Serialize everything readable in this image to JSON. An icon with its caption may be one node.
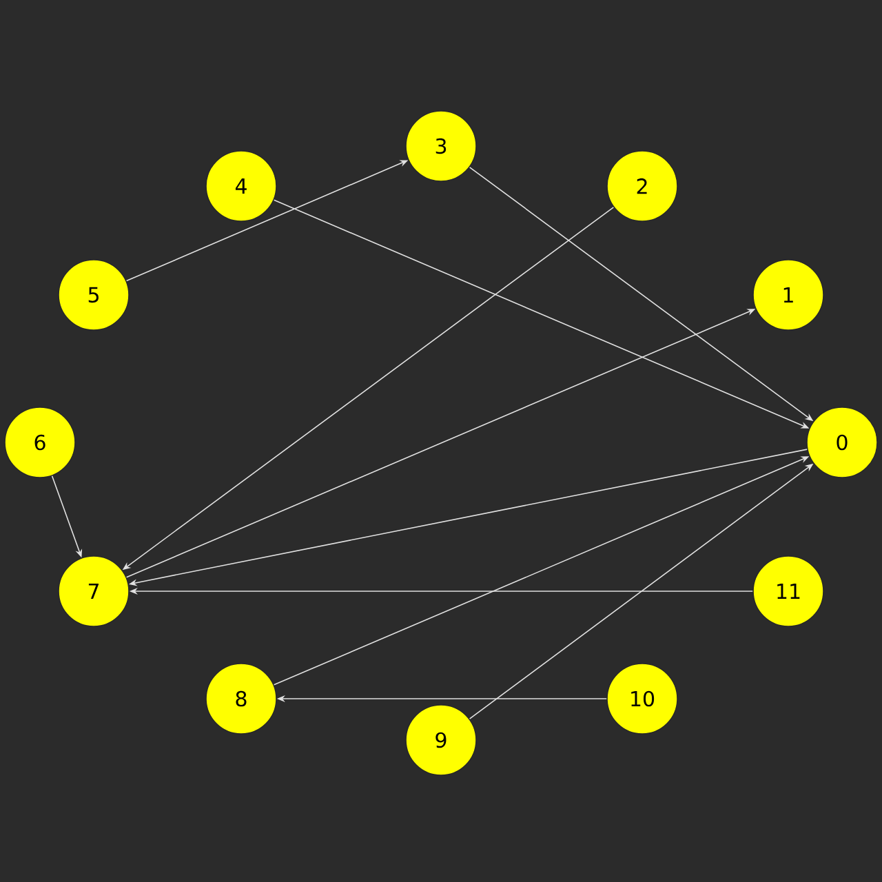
{
  "diagram": {
    "nodes": [
      {
        "text": [
          "0"
        ]
      },
      {
        "text": [
          "1"
        ]
      },
      {
        "text": [
          "2"
        ]
      },
      {
        "text": [
          "3"
        ]
      },
      {
        "text": [
          "4"
        ]
      },
      {
        "text": [
          "5"
        ]
      },
      {
        "text": [
          "6"
        ]
      },
      {
        "text": [
          "7"
        ]
      },
      {
        "text": [
          "8"
        ]
      },
      {
        "text": [
          "9"
        ]
      },
      {
        "text": [
          "10"
        ]
      },
      {
        "text": [
          "11"
        ]
      }
    ],
    "edges": [
      {
        "from": 5,
        "to": 3,
        "arrow": "to"
      },
      {
        "from": 3,
        "to": 0,
        "arrow": "to"
      },
      {
        "from": 4,
        "to": 0,
        "arrow": "to"
      },
      {
        "from": 2,
        "to": 7,
        "arrow": "to"
      },
      {
        "from": 7,
        "to": 1,
        "arrow": "to"
      },
      {
        "from": 0,
        "to": 7,
        "arrow": "to"
      },
      {
        "from": 11,
        "to": 7,
        "arrow": "to"
      },
      {
        "from": 8,
        "to": 0,
        "arrow": "to"
      },
      {
        "from": 9,
        "to": 0,
        "arrow": "to"
      },
      {
        "from": 10,
        "to": 8,
        "arrow": "to"
      },
      {
        "from": 6,
        "to": 7,
        "arrow": "to"
      }
    ]
  }
}
